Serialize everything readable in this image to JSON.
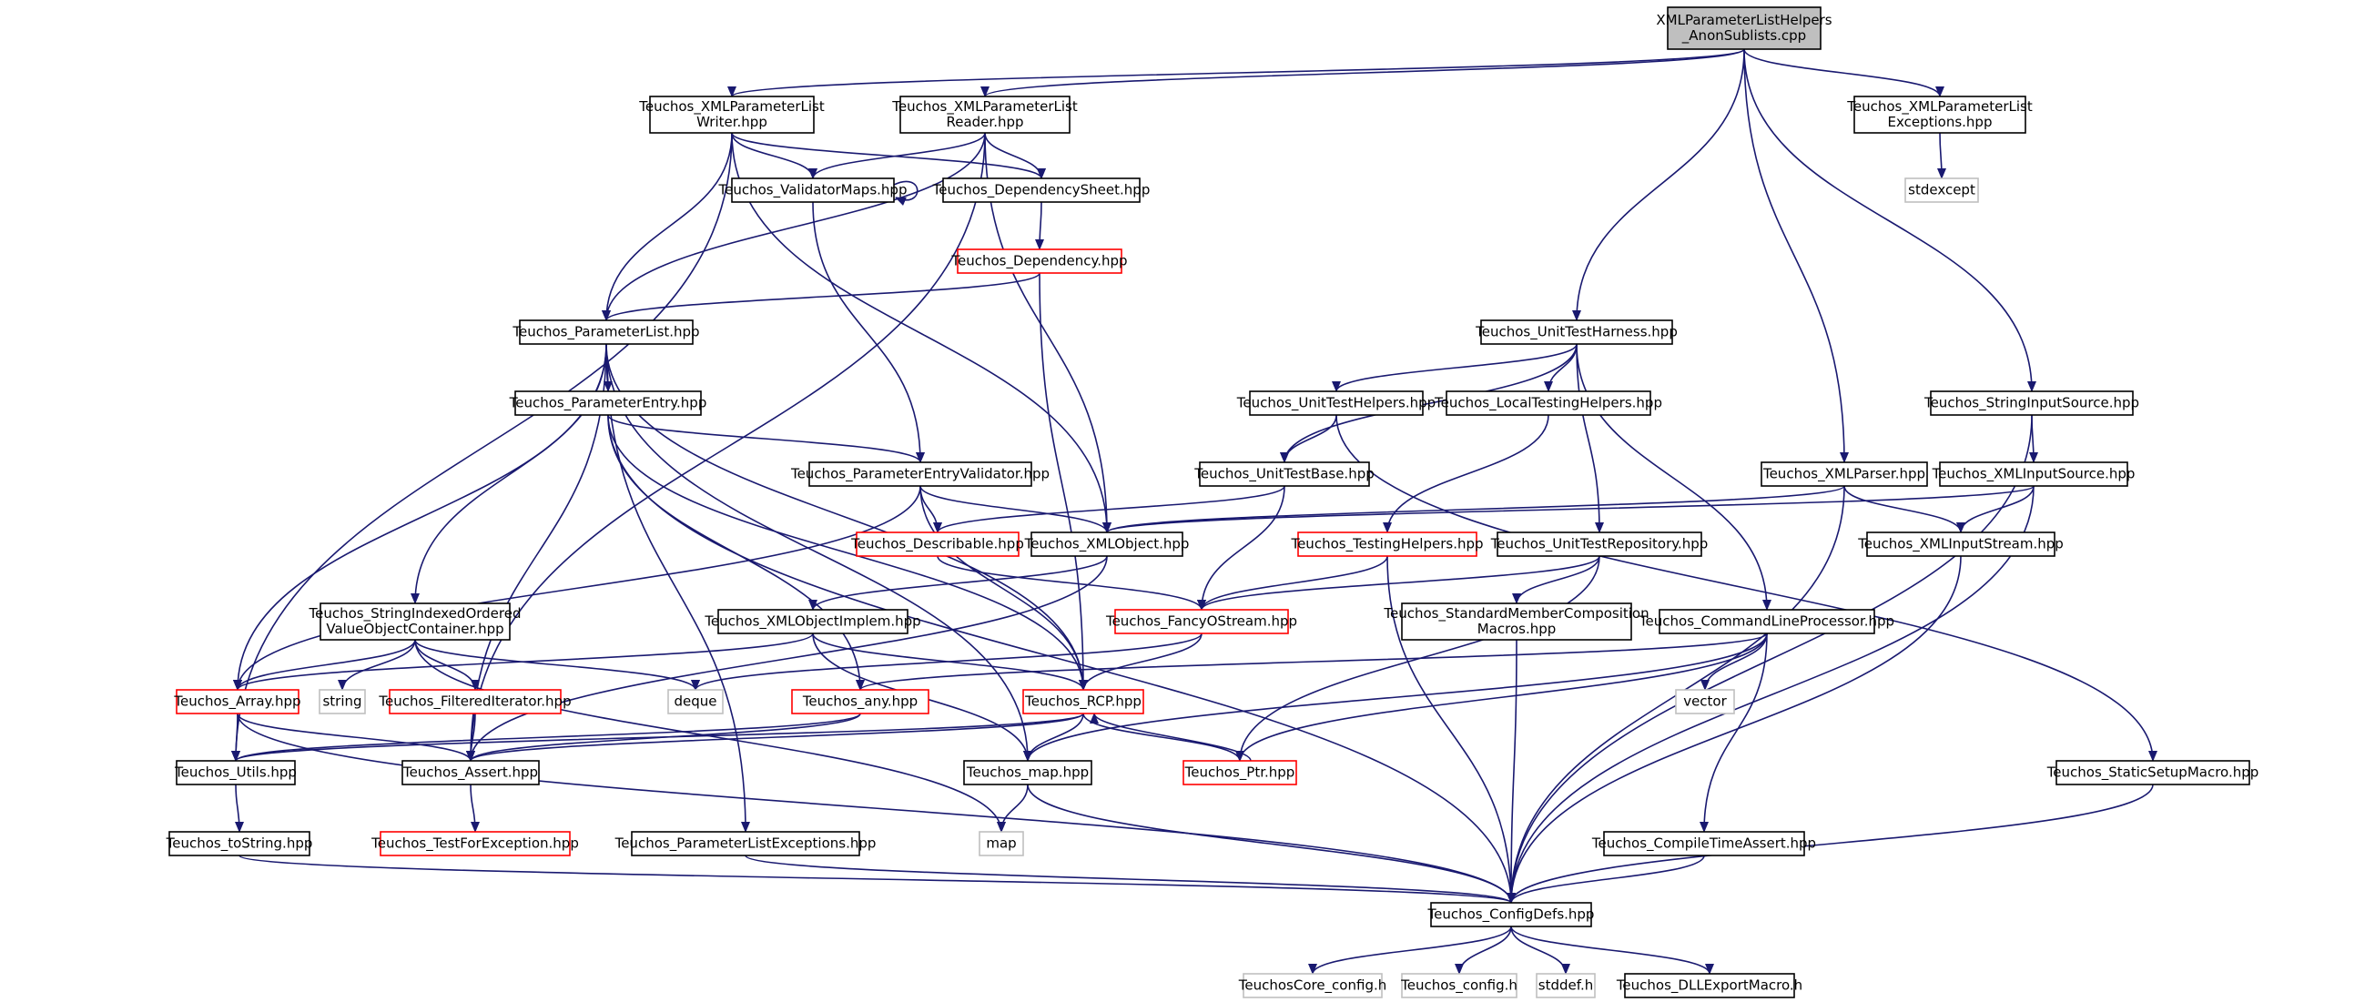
{
  "colors": {
    "edge": "#191970",
    "normal_border": "#000000",
    "truncated_border": "#ff0000",
    "system_border": "#bfbfbf",
    "system_text": "#7f7f7f",
    "root_fill": "#bfbfbf",
    "fill": "#ffffff"
  },
  "nodes": [
    {
      "id": "root",
      "lines": [
        "XMLParameterListHelpers",
        "_AnonSublists.cpp"
      ],
      "kind": "root"
    },
    {
      "id": "writer",
      "lines": [
        "Teuchos_XMLParameterList",
        "Writer.hpp"
      ],
      "kind": "normal"
    },
    {
      "id": "reader",
      "lines": [
        "Teuchos_XMLParameterList",
        "Reader.hpp"
      ],
      "kind": "normal"
    },
    {
      "id": "exceptions",
      "lines": [
        "Teuchos_XMLParameterList",
        "Exceptions.hpp"
      ],
      "kind": "normal"
    },
    {
      "id": "stdexcept",
      "lines": [
        "stdexcept"
      ],
      "kind": "system"
    },
    {
      "id": "validatormaps",
      "lines": [
        "Teuchos_ValidatorMaps.hpp"
      ],
      "kind": "normal"
    },
    {
      "id": "depsheet",
      "lines": [
        "Teuchos_DependencySheet.hpp"
      ],
      "kind": "normal"
    },
    {
      "id": "dependency",
      "lines": [
        "Teuchos_Dependency.hpp"
      ],
      "kind": "truncated"
    },
    {
      "id": "paramlist",
      "lines": [
        "Teuchos_ParameterList.hpp"
      ],
      "kind": "normal"
    },
    {
      "id": "unittestharness",
      "lines": [
        "Teuchos_UnitTestHarness.hpp"
      ],
      "kind": "normal"
    },
    {
      "id": "paramentry",
      "lines": [
        "Teuchos_ParameterEntry.hpp"
      ],
      "kind": "normal"
    },
    {
      "id": "unittesthelpers",
      "lines": [
        "Teuchos_UnitTestHelpers.hpp"
      ],
      "kind": "normal"
    },
    {
      "id": "localtesting",
      "lines": [
        "Teuchos_LocalTestingHelpers.hpp"
      ],
      "kind": "normal"
    },
    {
      "id": "stringinputsource",
      "lines": [
        "Teuchos_StringInputSource.hpp"
      ],
      "kind": "normal"
    },
    {
      "id": "pevalidator",
      "lines": [
        "Teuchos_ParameterEntryValidator.hpp"
      ],
      "kind": "normal"
    },
    {
      "id": "unittestbase",
      "lines": [
        "Teuchos_UnitTestBase.hpp"
      ],
      "kind": "normal"
    },
    {
      "id": "xmlparser",
      "lines": [
        "Teuchos_XMLParser.hpp"
      ],
      "kind": "normal"
    },
    {
      "id": "xmlinputsource",
      "lines": [
        "Teuchos_XMLInputSource.hpp"
      ],
      "kind": "normal"
    },
    {
      "id": "describable",
      "lines": [
        "Teuchos_Describable.hpp"
      ],
      "kind": "truncated"
    },
    {
      "id": "xmlobject",
      "lines": [
        "Teuchos_XMLObject.hpp"
      ],
      "kind": "normal"
    },
    {
      "id": "testinghelpers",
      "lines": [
        "Teuchos_TestingHelpers.hpp"
      ],
      "kind": "truncated"
    },
    {
      "id": "unittestrepo",
      "lines": [
        "Teuchos_UnitTestRepository.hpp"
      ],
      "kind": "normal"
    },
    {
      "id": "xmlinputstream",
      "lines": [
        "Teuchos_XMLInputStream.hpp"
      ],
      "kind": "normal"
    },
    {
      "id": "strindexed",
      "lines": [
        "Teuchos_StringIndexedOrdered",
        "ValueObjectContainer.hpp"
      ],
      "kind": "normal"
    },
    {
      "id": "xmlobjectimplem",
      "lines": [
        "Teuchos_XMLObjectImplem.hpp"
      ],
      "kind": "normal"
    },
    {
      "id": "fancyostream",
      "lines": [
        "Teuchos_FancyOStream.hpp"
      ],
      "kind": "truncated"
    },
    {
      "id": "stdmember",
      "lines": [
        "Teuchos_StandardMemberComposition",
        "Macros.hpp"
      ],
      "kind": "normal"
    },
    {
      "id": "cmdline",
      "lines": [
        "Teuchos_CommandLineProcessor.hpp"
      ],
      "kind": "normal"
    },
    {
      "id": "array",
      "lines": [
        "Teuchos_Array.hpp"
      ],
      "kind": "truncated"
    },
    {
      "id": "string",
      "lines": [
        "string"
      ],
      "kind": "system"
    },
    {
      "id": "filtered",
      "lines": [
        "Teuchos_FilteredIterator.hpp"
      ],
      "kind": "truncated"
    },
    {
      "id": "deque",
      "lines": [
        "deque"
      ],
      "kind": "system"
    },
    {
      "id": "any",
      "lines": [
        "Teuchos_any.hpp"
      ],
      "kind": "truncated"
    },
    {
      "id": "rcp",
      "lines": [
        "Teuchos_RCP.hpp"
      ],
      "kind": "truncated"
    },
    {
      "id": "vector",
      "lines": [
        "vector"
      ],
      "kind": "system"
    },
    {
      "id": "utils",
      "lines": [
        "Teuchos_Utils.hpp"
      ],
      "kind": "normal"
    },
    {
      "id": "assert",
      "lines": [
        "Teuchos_Assert.hpp"
      ],
      "kind": "normal"
    },
    {
      "id": "maphpp",
      "lines": [
        "Teuchos_map.hpp"
      ],
      "kind": "normal"
    },
    {
      "id": "ptr",
      "lines": [
        "Teuchos_Ptr.hpp"
      ],
      "kind": "truncated"
    },
    {
      "id": "staticsetup",
      "lines": [
        "Teuchos_StaticSetupMacro.hpp"
      ],
      "kind": "normal"
    },
    {
      "id": "map",
      "lines": [
        "map"
      ],
      "kind": "system"
    },
    {
      "id": "tostring",
      "lines": [
        "Teuchos_toString.hpp"
      ],
      "kind": "normal"
    },
    {
      "id": "testforexc",
      "lines": [
        "Teuchos_TestForException.hpp"
      ],
      "kind": "truncated"
    },
    {
      "id": "plexceptions",
      "lines": [
        "Teuchos_ParameterListExceptions.hpp"
      ],
      "kind": "normal"
    },
    {
      "id": "compiletime",
      "lines": [
        "Teuchos_CompileTimeAssert.hpp"
      ],
      "kind": "normal"
    },
    {
      "id": "configdefs",
      "lines": [
        "Teuchos_ConfigDefs.hpp"
      ],
      "kind": "normal"
    },
    {
      "id": "coreconfig",
      "lines": [
        "TeuchosCore_config.h"
      ],
      "kind": "system"
    },
    {
      "id": "config",
      "lines": [
        "Teuchos_config.h"
      ],
      "kind": "system"
    },
    {
      "id": "stddef",
      "lines": [
        "stddef.h"
      ],
      "kind": "system"
    },
    {
      "id": "dllexport",
      "lines": [
        "Teuchos_DLLExportMacro.h"
      ],
      "kind": "normal"
    }
  ],
  "edges": [
    [
      "root",
      "writer"
    ],
    [
      "root",
      "reader"
    ],
    [
      "root",
      "exceptions"
    ],
    [
      "root",
      "unittestharness"
    ],
    [
      "root",
      "stringinputsource"
    ],
    [
      "root",
      "xmlparser"
    ],
    [
      "exceptions",
      "stdexcept"
    ],
    [
      "writer",
      "validatormaps"
    ],
    [
      "writer",
      "depsheet"
    ],
    [
      "writer",
      "paramlist"
    ],
    [
      "writer",
      "xmlobject"
    ],
    [
      "writer",
      "utils"
    ],
    [
      "reader",
      "validatormaps"
    ],
    [
      "reader",
      "depsheet"
    ],
    [
      "reader",
      "paramlist"
    ],
    [
      "reader",
      "xmlobject"
    ],
    [
      "reader",
      "assert"
    ],
    [
      "validatormaps",
      "validatormaps"
    ],
    [
      "validatormaps",
      "pevalidator"
    ],
    [
      "depsheet",
      "dependency"
    ],
    [
      "dependency",
      "paramlist"
    ],
    [
      "dependency",
      "rcp"
    ],
    [
      "paramlist",
      "paramentry"
    ],
    [
      "paramlist",
      "strindexed"
    ],
    [
      "paramlist",
      "array"
    ],
    [
      "paramlist",
      "rcp"
    ],
    [
      "paramlist",
      "plexceptions"
    ],
    [
      "paramlist",
      "assert"
    ],
    [
      "paramlist",
      "maphpp"
    ],
    [
      "paramentry",
      "pevalidator"
    ],
    [
      "paramentry",
      "any"
    ],
    [
      "paramentry",
      "rcp"
    ],
    [
      "paramentry",
      "configdefs"
    ],
    [
      "pevalidator",
      "describable"
    ],
    [
      "pevalidator",
      "xmlobject"
    ],
    [
      "pevalidator",
      "array"
    ],
    [
      "pevalidator",
      "rcp"
    ],
    [
      "describable",
      "fancyostream"
    ],
    [
      "xmlobject",
      "xmlobjectimplem"
    ],
    [
      "xmlobject",
      "assert"
    ],
    [
      "xmlobjectimplem",
      "array"
    ],
    [
      "xmlobjectimplem",
      "rcp"
    ],
    [
      "xmlobjectimplem",
      "maphpp"
    ],
    [
      "strindexed",
      "array"
    ],
    [
      "strindexed",
      "string"
    ],
    [
      "strindexed",
      "filtered"
    ],
    [
      "strindexed",
      "deque"
    ],
    [
      "strindexed",
      "map"
    ],
    [
      "filtered",
      "assert"
    ],
    [
      "unittestharness",
      "unittesthelpers"
    ],
    [
      "unittestharness",
      "localtesting"
    ],
    [
      "unittestharness",
      "unittestbase"
    ],
    [
      "unittestharness",
      "unittestrepo"
    ],
    [
      "unittestharness",
      "cmdline"
    ],
    [
      "unittesthelpers",
      "unittestbase"
    ],
    [
      "unittesthelpers",
      "staticsetup"
    ],
    [
      "localtesting",
      "testinghelpers"
    ],
    [
      "unittestbase",
      "describable"
    ],
    [
      "unittestbase",
      "fancyostream"
    ],
    [
      "testinghelpers",
      "fancyostream"
    ],
    [
      "testinghelpers",
      "configdefs"
    ],
    [
      "unittestrepo",
      "fancyostream"
    ],
    [
      "unittestrepo",
      "stdmember"
    ],
    [
      "unittestrepo",
      "ptr"
    ],
    [
      "fancyostream",
      "rcp"
    ],
    [
      "fancyostream",
      "deque"
    ],
    [
      "stdmember",
      "configdefs"
    ],
    [
      "cmdline",
      "any"
    ],
    [
      "cmdline",
      "maphpp"
    ],
    [
      "cmdline",
      "vector"
    ],
    [
      "cmdline",
      "ptr"
    ],
    [
      "cmdline",
      "compiletime"
    ],
    [
      "stringinputsource",
      "xmlinputsource"
    ],
    [
      "stringinputsource",
      "configdefs"
    ],
    [
      "xmlinputsource",
      "xmlobject"
    ],
    [
      "xmlinputsource",
      "xmlinputstream"
    ],
    [
      "xmlinputsource",
      "configdefs"
    ],
    [
      "xmlparser",
      "xmlobject"
    ],
    [
      "xmlparser",
      "xmlinputstream"
    ],
    [
      "xmlparser",
      "configdefs"
    ],
    [
      "xmlinputstream",
      "configdefs"
    ],
    [
      "array",
      "utils"
    ],
    [
      "array",
      "assert"
    ],
    [
      "array",
      "configdefs"
    ],
    [
      "any",
      "utils"
    ],
    [
      "any",
      "assert"
    ],
    [
      "rcp",
      "ptr"
    ],
    [
      "rcp",
      "assert"
    ],
    [
      "rcp",
      "maphpp"
    ],
    [
      "rcp",
      "utils"
    ],
    [
      "ptr",
      "rcp"
    ],
    [
      "utils",
      "tostring"
    ],
    [
      "tostring",
      "configdefs"
    ],
    [
      "assert",
      "testforexc"
    ],
    [
      "maphpp",
      "map"
    ],
    [
      "maphpp",
      "configdefs"
    ],
    [
      "plexceptions",
      "configdefs"
    ],
    [
      "compiletime",
      "configdefs"
    ],
    [
      "staticsetup",
      "configdefs"
    ],
    [
      "configdefs",
      "coreconfig"
    ],
    [
      "configdefs",
      "config"
    ],
    [
      "configdefs",
      "stddef"
    ],
    [
      "configdefs",
      "dllexport"
    ]
  ]
}
